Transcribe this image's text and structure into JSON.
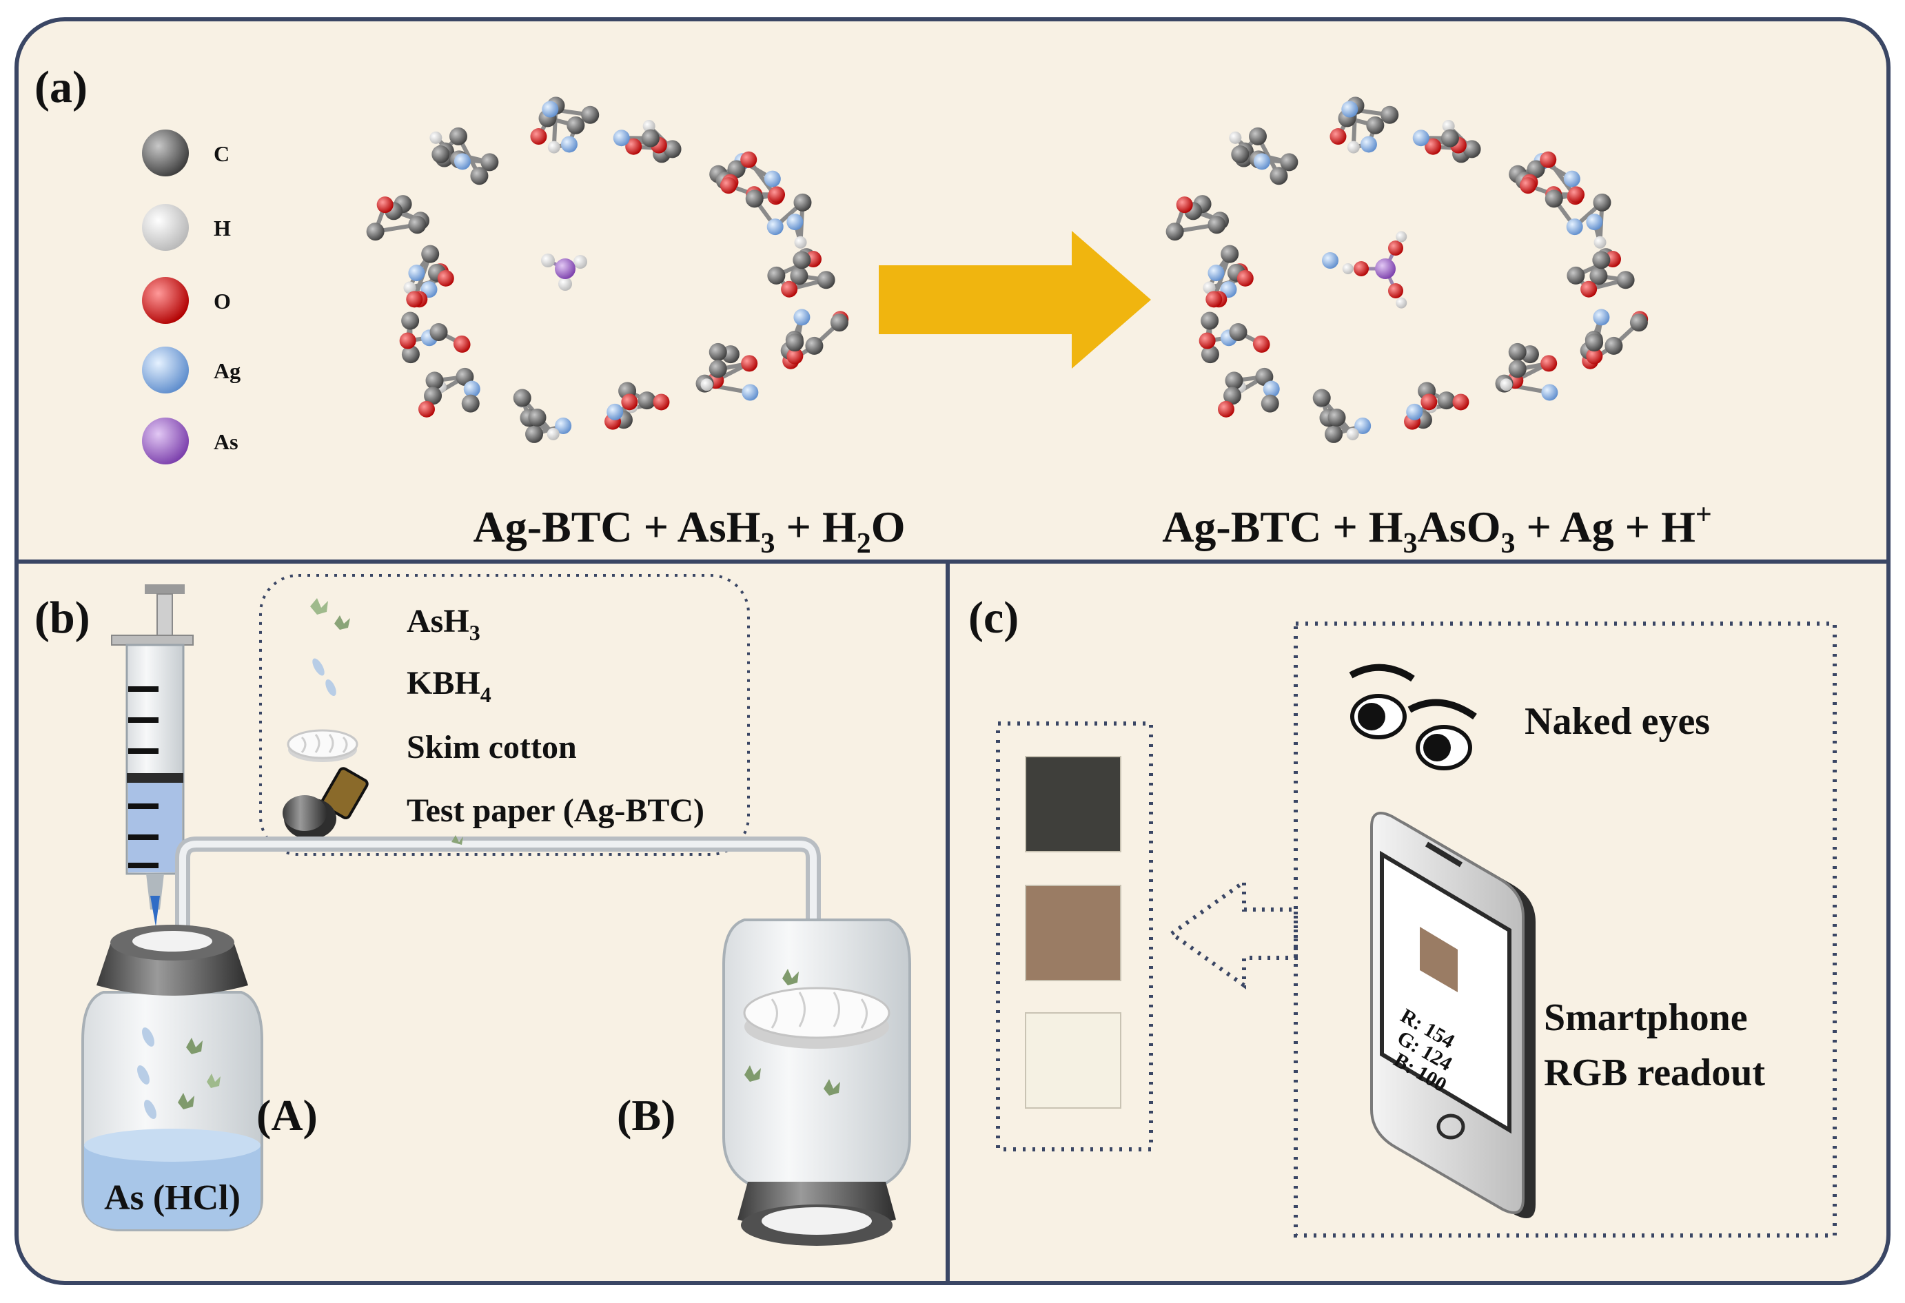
{
  "panels": {
    "a": {
      "label": "(a)",
      "legend": [
        {
          "symbol": "C",
          "color": "#6b6b6b"
        },
        {
          "symbol": "H",
          "color": "#f2f2f2"
        },
        {
          "symbol": "O",
          "color": "#e01818"
        },
        {
          "symbol": "Ag",
          "color": "#9cc0ea"
        },
        {
          "symbol": "As",
          "color": "#a46fcc"
        }
      ],
      "reactants": {
        "p1": "Ag-BTC + AsH",
        "s1": "3",
        "p2": " + H",
        "s2": "2",
        "p3": "O"
      },
      "products": {
        "p1": "Ag-BTC + H",
        "s1": "3",
        "p2": "AsO",
        "s2": "3",
        "p3": " + Ag + H",
        "sup": "+"
      }
    },
    "b": {
      "label": "(b)",
      "legend": {
        "ash3": {
          "text": "AsH",
          "sub": "3"
        },
        "kbh4": {
          "text": "KBH",
          "sub": "4"
        },
        "cotton": "Skim cotton",
        "paper": "Test paper (Ag-BTC)"
      },
      "bottle_a": "(A)",
      "bottle_b": "(B)",
      "solution": "As (HCl)"
    },
    "c": {
      "label": "(c)",
      "naked_eyes": "Naked eyes",
      "smartphone_line1": "Smartphone",
      "smartphone_line2": "RGB readout",
      "readout": {
        "r": "R: 154",
        "g": "G: 124",
        "b": "B: 100"
      },
      "swatch_colors": [
        "#3f3f3b",
        "#9a7c64",
        "#f5f1e3"
      ]
    }
  },
  "colors": {
    "background": "#f8f1e4",
    "border": "#3a4664",
    "arrow": "#f0b50f"
  }
}
